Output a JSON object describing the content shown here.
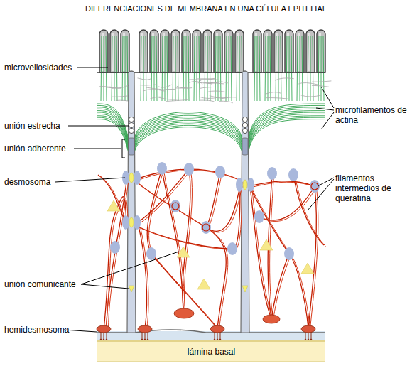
{
  "diagram": {
    "title": "DIFERENCIACIONES DE MEMBRANA EN UNA CÉLULA EPITELIAL",
    "nodes": [
      {
        "text": [
          "lámina basal"
        ]
      }
    ],
    "labels": [
      "microvellosidades",
      "unión estrecha",
      "unión adherente",
      "desmosoma",
      "unión comunicante",
      "hemidesmosoma",
      "microfilamentos de actina",
      "filamentos intermedios de queratina"
    ]
  }
}
